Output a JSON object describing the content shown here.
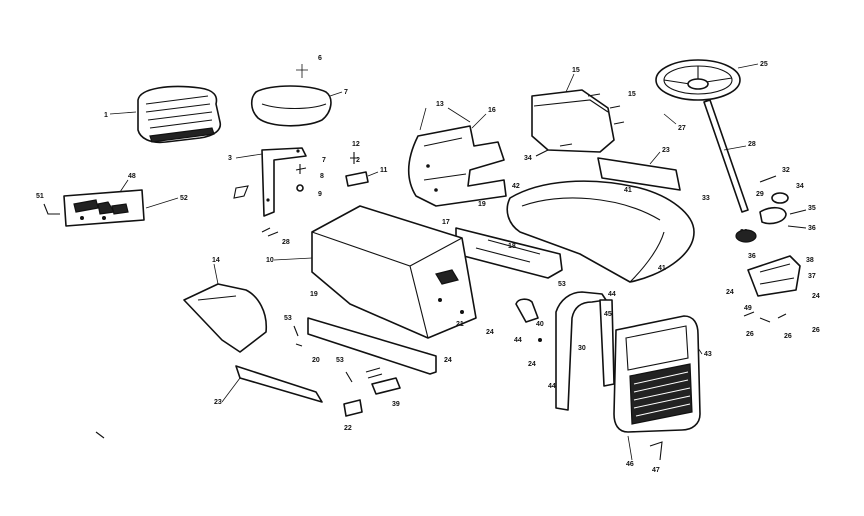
{
  "colors": {
    "ink": "#111111",
    "paper": "#ffffff"
  },
  "callouts": {
    "c1": "1",
    "c6": "6",
    "c7a": "7",
    "c3": "3",
    "c7b": "7",
    "c8": "8",
    "c9": "9",
    "c12": "12",
    "c2": "2",
    "c11": "11",
    "c48": "48",
    "c51": "51",
    "c52": "52",
    "c13": "13",
    "c15": "15",
    "c16": "16",
    "c34a": "34",
    "c25": "25",
    "c27": "27",
    "c28": "28",
    "c23a": "23",
    "c32": "32",
    "c34b": "34",
    "c29": "29",
    "c35": "35",
    "c41a": "41",
    "c41b": "41",
    "c42": "42",
    "c17": "17",
    "c19": "19",
    "c18": "18",
    "c10": "10",
    "c14": "14",
    "c53a": "53",
    "c20": "20",
    "c23b": "23",
    "c22": "22",
    "c53b": "53",
    "c39": "39",
    "c24a": "24",
    "c21": "21",
    "c24b": "24",
    "c40": "40",
    "c44a": "44",
    "c44b": "44",
    "c44c": "44",
    "c45": "45",
    "c30": "30",
    "c36": "36",
    "c37": "37",
    "c24c": "24",
    "c26a": "26",
    "c38": "38",
    "c24d": "24",
    "c26b": "26",
    "c43": "43",
    "c46": "46",
    "c47": "47",
    "c26c": "26",
    "c33": "33",
    "c49": "49"
  }
}
